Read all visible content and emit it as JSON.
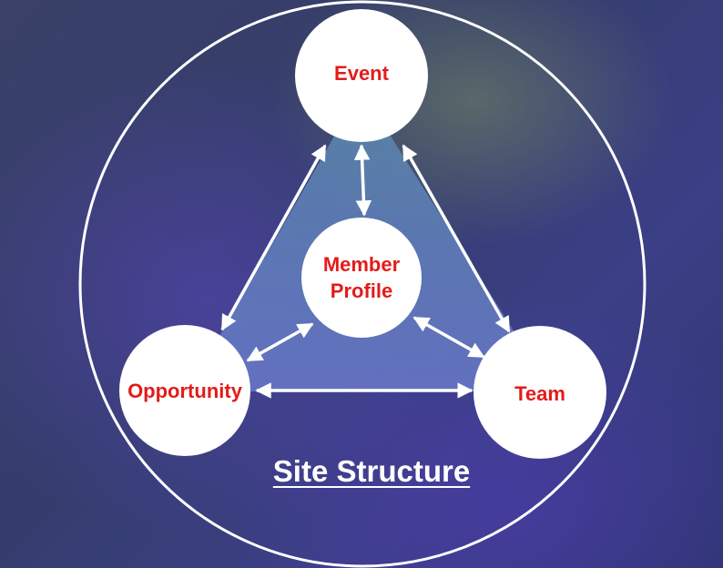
{
  "title": "Site Structure",
  "nodes": {
    "event": "Event",
    "member_profile_line1": "Member",
    "member_profile_line2": "Profile",
    "opportunity": "Opportunity",
    "team": "Team"
  },
  "colors": {
    "label_red": "#e31b1b",
    "triangle_fill": "#6a82c4",
    "node_fill": "#ffffff",
    "outline": "#ffffff"
  }
}
